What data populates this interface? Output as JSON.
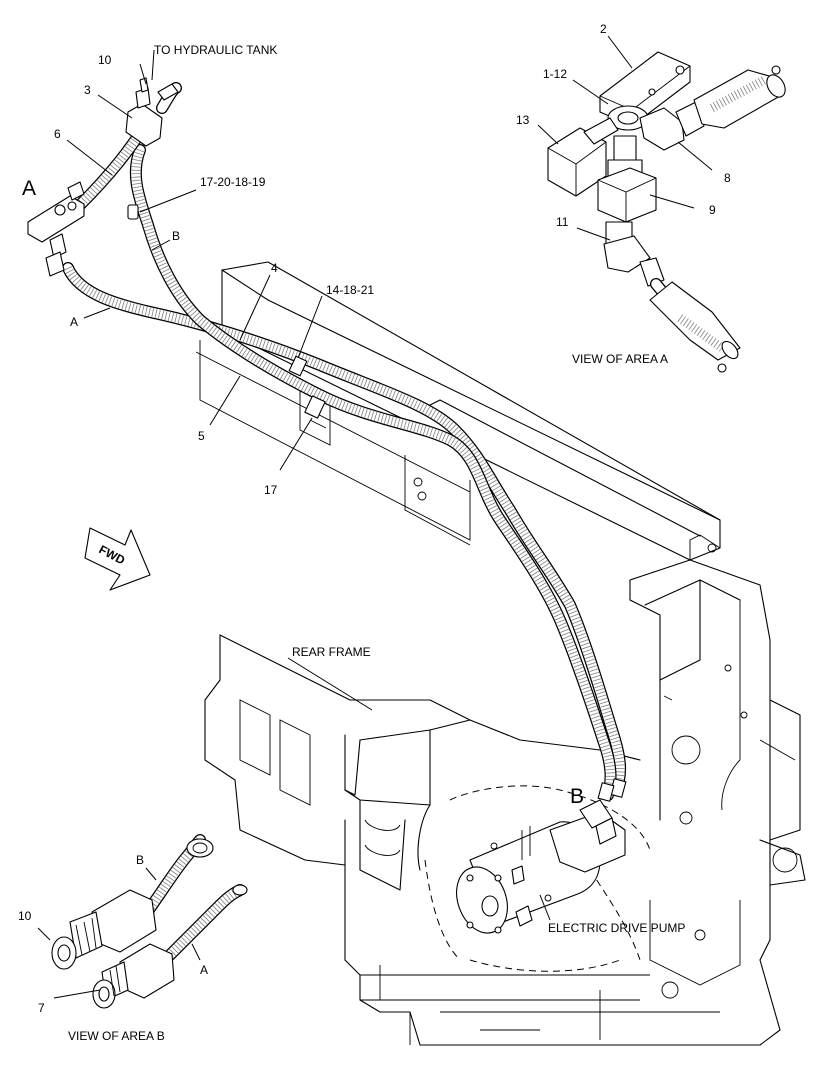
{
  "labels": {
    "to_hydraulic_tank": "TO HYDRAULIC TANK",
    "rear_frame": "REAR FRAME",
    "electric_drive_pump": "ELECTRIC DRIVE PUMP",
    "view_area_a": "VIEW OF AREA A",
    "view_area_b": "VIEW OF AREA B",
    "fwd": "FWD",
    "area_a": "A",
    "area_b": "B"
  },
  "callouts": {
    "c10_top": "10",
    "c3": "3",
    "c6": "6",
    "c17_20_18_19": "17-20-18-19",
    "hose_b_top": "B",
    "hose_a_left": "A",
    "c4": "4",
    "c14_18_21": "14-18-21",
    "c5": "5",
    "c17": "17",
    "c2": "2",
    "c1_12": "1-12",
    "c13": "13",
    "c8": "8",
    "c9": "9",
    "c11": "11",
    "c10_view_b": "10",
    "c7": "7",
    "hose_b_view": "B",
    "hose_a_view": "A"
  }
}
